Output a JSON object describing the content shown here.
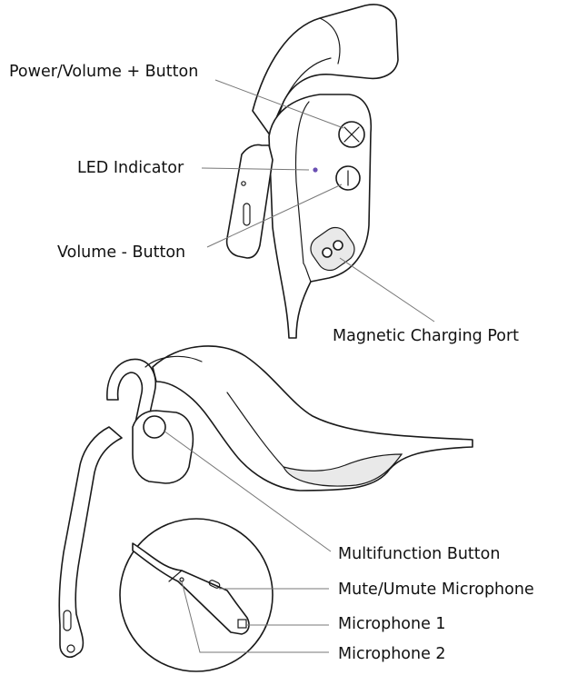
{
  "diagram": {
    "labels": {
      "power_volume_up": "Power/Volume + Button",
      "led_indicator": "LED Indicator",
      "volume_down": "Volume - Button",
      "magnetic_charging_port": "Magnetic Charging Port",
      "multifunction_button": "Multifunction Button",
      "mute_microphone": "Mute/Umute Microphone",
      "microphone_1": "Microphone 1",
      "microphone_2": "Microphone 2"
    },
    "colors": {
      "line": "#1a1a1a",
      "leader": "#777777",
      "led": "#6a4fb3",
      "text": "#111111"
    },
    "icons": {
      "power_volume_up": "plus-button-icon",
      "volume_down": "minus-button-icon",
      "charging_port": "magnetic-port-icon"
    }
  }
}
